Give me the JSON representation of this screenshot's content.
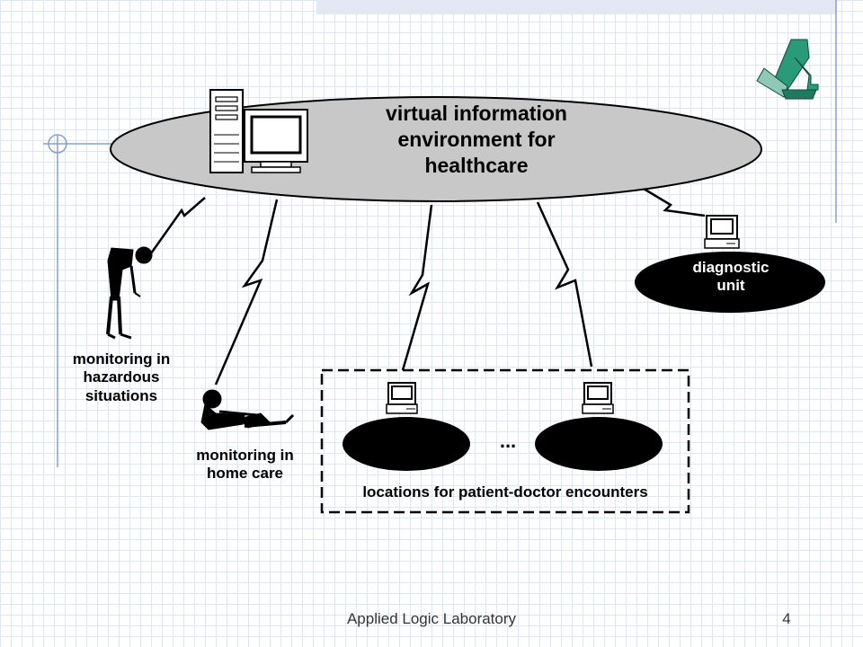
{
  "diagram": {
    "title_lines": [
      "virtual information",
      "environment for",
      "healthcare"
    ],
    "diagnostic_lines": [
      "diagnostic",
      "unit"
    ],
    "hazard_lines": [
      "monitoring in",
      "hazardous",
      "situations"
    ],
    "home_lines": [
      "monitoring in",
      "home care"
    ],
    "locations_label": "locations for patient-doctor encounters",
    "ellipsis": "..."
  },
  "footer": {
    "lab": "Applied Logic Laboratory",
    "page": "4"
  },
  "colors": {
    "main_ellipse": "#c8c8c8",
    "node_fill": "#000000",
    "accent_line": "#8aa0c8"
  },
  "icons": [
    "al-logo-icon",
    "server-tower-icon",
    "computer-icon",
    "standing-person-icon",
    "reclining-person-icon",
    "lightning-link-icon"
  ]
}
